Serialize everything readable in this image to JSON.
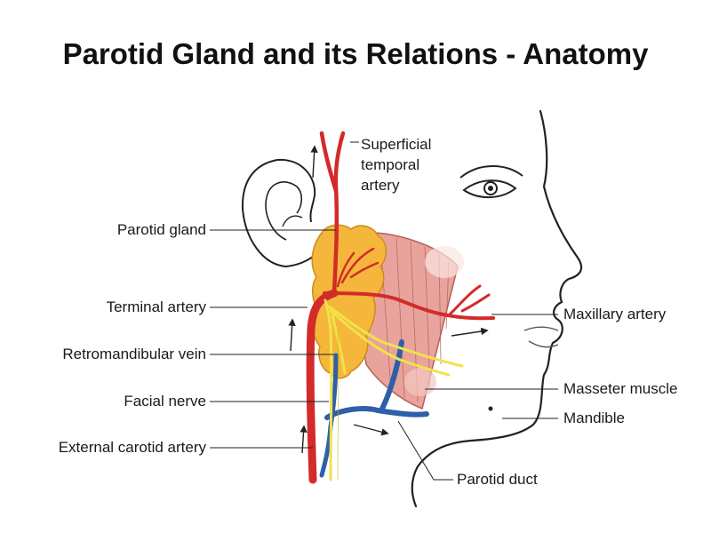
{
  "title": "Parotid Gland and its Relations - Anatomy",
  "labels": {
    "superficial_temporal_artery": "Superficial\ntemporal\nartery",
    "parotid_gland": "Parotid gland",
    "terminal_artery": "Terminal artery",
    "retromandibular_vein": "Retromandibular vein",
    "facial_nerve": "Facial nerve",
    "external_carotid_artery": "External carotid artery",
    "maxillary_artery": "Maxillary artery",
    "masseter_muscle": "Masseter muscle",
    "mandible": "Mandible",
    "parotid_duct": "Parotid duct"
  },
  "colors": {
    "artery": "#d42a2a",
    "vein": "#2f5fa8",
    "nerve": "#f2e24a",
    "gland": "#f4b73c",
    "muscle": "#e8a49c",
    "outline": "#222222"
  }
}
